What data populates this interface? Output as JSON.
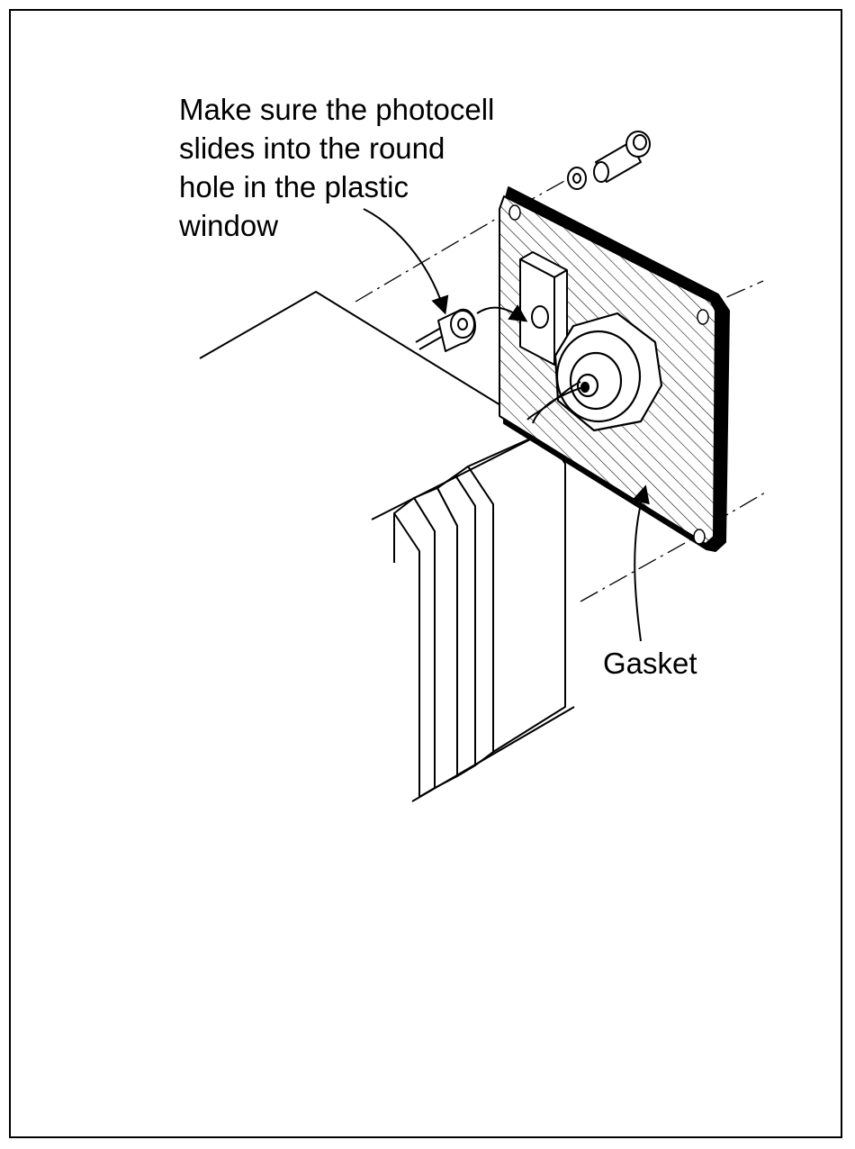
{
  "callouts": {
    "photocell": {
      "lines": [
        "Make sure the photocell",
        "slides into the round",
        "hole in the plastic",
        "window"
      ]
    },
    "gasket": {
      "label": "Gasket"
    }
  },
  "colors": {
    "ink": "#000000",
    "paper": "#ffffff"
  }
}
